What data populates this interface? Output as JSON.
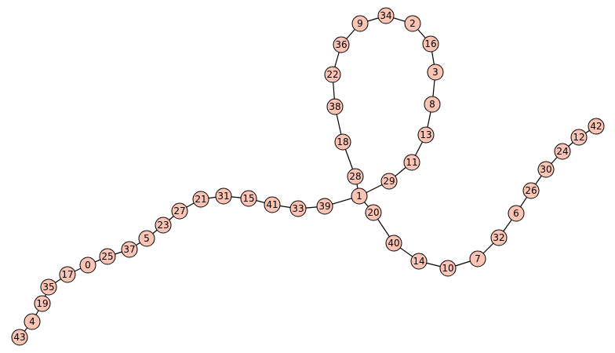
{
  "graph": {
    "colors": {
      "node_fill": "#fbc4b4",
      "node_stroke": "#000000",
      "edge": "#000000",
      "background": "#ffffff"
    },
    "nodes": [
      {
        "id": "0",
        "label": "0"
      },
      {
        "id": "1",
        "label": "1"
      },
      {
        "id": "2",
        "label": "2"
      },
      {
        "id": "3",
        "label": "3"
      },
      {
        "id": "4",
        "label": "4"
      },
      {
        "id": "5",
        "label": "5"
      },
      {
        "id": "6",
        "label": "6"
      },
      {
        "id": "7",
        "label": "7"
      },
      {
        "id": "8",
        "label": "8"
      },
      {
        "id": "9",
        "label": "9"
      },
      {
        "id": "10",
        "label": "10"
      },
      {
        "id": "11",
        "label": "11"
      },
      {
        "id": "12",
        "label": "12"
      },
      {
        "id": "13",
        "label": "13"
      },
      {
        "id": "14",
        "label": "14"
      },
      {
        "id": "15",
        "label": "15"
      },
      {
        "id": "16",
        "label": "16"
      },
      {
        "id": "17",
        "label": "17"
      },
      {
        "id": "18",
        "label": "18"
      },
      {
        "id": "19",
        "label": "19"
      },
      {
        "id": "20",
        "label": "20"
      },
      {
        "id": "21",
        "label": "21"
      },
      {
        "id": "22",
        "label": "22"
      },
      {
        "id": "23",
        "label": "23"
      },
      {
        "id": "24",
        "label": "24"
      },
      {
        "id": "25",
        "label": "25"
      },
      {
        "id": "26",
        "label": "26"
      },
      {
        "id": "27",
        "label": "27"
      },
      {
        "id": "28",
        "label": "28"
      },
      {
        "id": "29",
        "label": "29"
      },
      {
        "id": "30",
        "label": "30"
      },
      {
        "id": "31",
        "label": "31"
      },
      {
        "id": "32",
        "label": "32"
      },
      {
        "id": "33",
        "label": "33"
      },
      {
        "id": "34",
        "label": "34"
      },
      {
        "id": "35",
        "label": "35"
      },
      {
        "id": "36",
        "label": "36"
      },
      {
        "id": "37",
        "label": "37"
      },
      {
        "id": "38",
        "label": "38"
      },
      {
        "id": "39",
        "label": "39"
      },
      {
        "id": "40",
        "label": "40"
      },
      {
        "id": "41",
        "label": "41"
      },
      {
        "id": "42",
        "label": "42"
      },
      {
        "id": "43",
        "label": "43"
      }
    ],
    "edges": [
      [
        "43",
        "4"
      ],
      [
        "4",
        "19"
      ],
      [
        "19",
        "35"
      ],
      [
        "35",
        "17"
      ],
      [
        "17",
        "0"
      ],
      [
        "0",
        "25"
      ],
      [
        "25",
        "37"
      ],
      [
        "37",
        "5"
      ],
      [
        "5",
        "23"
      ],
      [
        "23",
        "27"
      ],
      [
        "27",
        "21"
      ],
      [
        "21",
        "31"
      ],
      [
        "31",
        "15"
      ],
      [
        "15",
        "41"
      ],
      [
        "41",
        "33"
      ],
      [
        "33",
        "39"
      ],
      [
        "39",
        "1"
      ],
      [
        "1",
        "28"
      ],
      [
        "28",
        "18"
      ],
      [
        "18",
        "38"
      ],
      [
        "38",
        "22"
      ],
      [
        "22",
        "36"
      ],
      [
        "36",
        "9"
      ],
      [
        "9",
        "34"
      ],
      [
        "34",
        "2"
      ],
      [
        "2",
        "16"
      ],
      [
        "16",
        "3"
      ],
      [
        "3",
        "8"
      ],
      [
        "8",
        "13"
      ],
      [
        "13",
        "11"
      ],
      [
        "11",
        "29"
      ],
      [
        "29",
        "1"
      ],
      [
        "1",
        "20"
      ],
      [
        "20",
        "40"
      ],
      [
        "40",
        "14"
      ],
      [
        "14",
        "10"
      ],
      [
        "10",
        "7"
      ],
      [
        "7",
        "32"
      ],
      [
        "32",
        "6"
      ],
      [
        "6",
        "26"
      ],
      [
        "26",
        "30"
      ],
      [
        "30",
        "24"
      ],
      [
        "24",
        "12"
      ],
      [
        "12",
        "42"
      ]
    ]
  }
}
